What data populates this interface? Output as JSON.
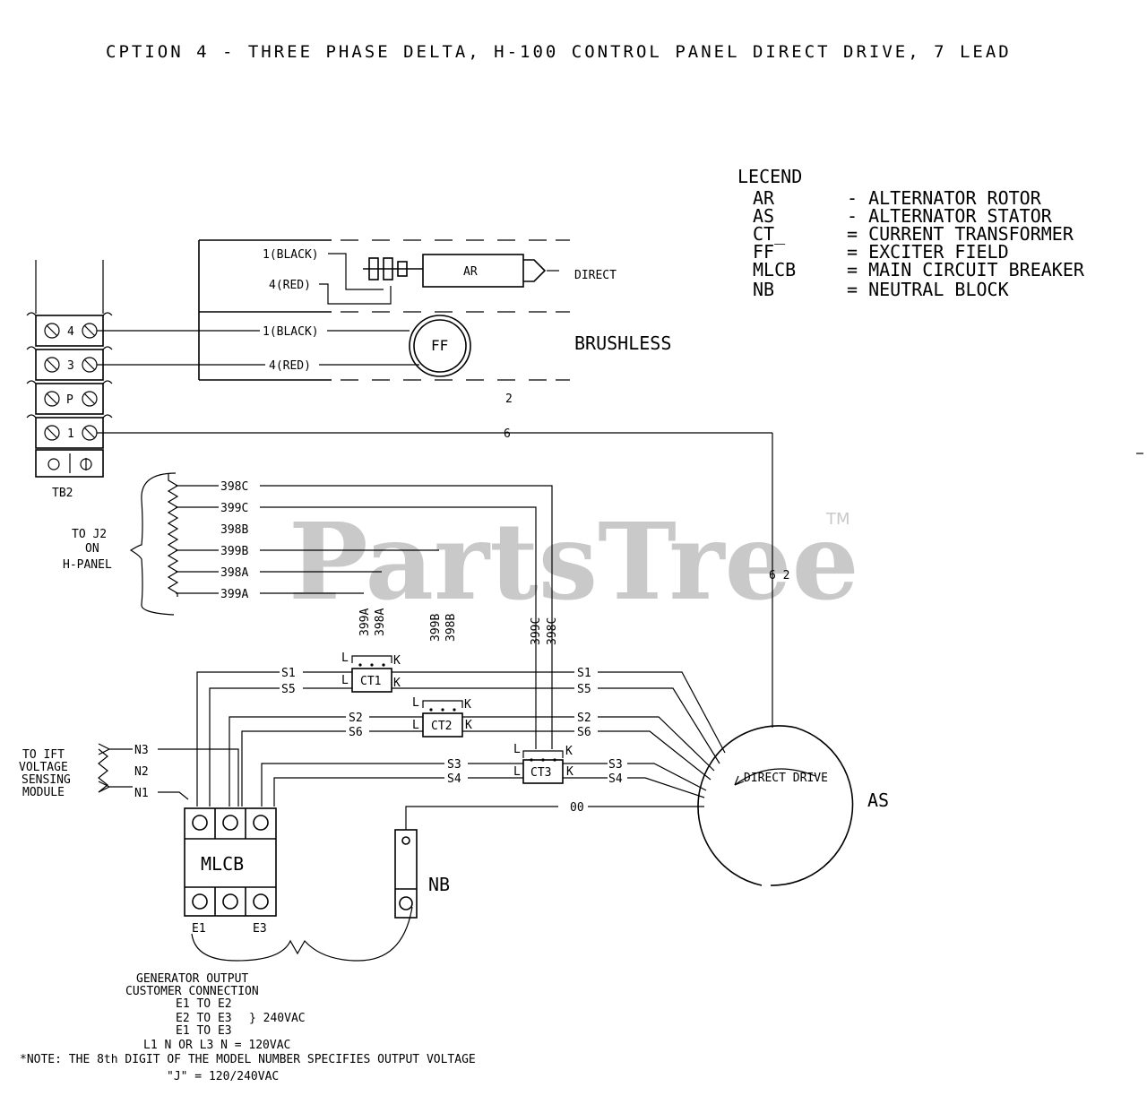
{
  "title": "CPTION 4 - THREE PHASE DELTA, H-100 CONTROL PANEL DIRECT DRIVE, 7 LEAD",
  "legend": {
    "heading": "LECEND",
    "items": [
      {
        "code": "AR",
        "desc": "- ALTERNATOR ROTOR"
      },
      {
        "code": "AS",
        "desc": "- ALTERNATOR STATOR"
      },
      {
        "code": "CT_",
        "desc": "= CURRENT TRANSFORMER"
      },
      {
        "code": "FF",
        "desc": "= EXCITER FIELD"
      },
      {
        "code": "MLCB",
        "desc": "= MAIN CIRCUIT BREAKER"
      },
      {
        "code": "NB",
        "desc": "= NEUTRAL BLOCK"
      }
    ]
  },
  "terminal_block": {
    "label": "TB2",
    "terminals": [
      "4",
      "3",
      "P",
      "1"
    ]
  },
  "rotor": {
    "black_label": "1(BLACK)",
    "red_label": "4(RED)",
    "label": "AR",
    "type_label": "DIRECT"
  },
  "exciter": {
    "black_label": "1(BLACK)",
    "red_label": "4(RED)",
    "label": "FF",
    "type_label": "BRUSHLESS",
    "wire_note": "2"
  },
  "wire_6": "6",
  "wire_62": "6 2",
  "j2_wires": [
    "398C",
    "399C",
    "398B",
    "399B",
    "398A",
    "399A"
  ],
  "j2_target": [
    "TO J2",
    "ON",
    "H-PANEL"
  ],
  "vertical_labels": [
    "399A",
    "398A",
    "399B",
    "398B",
    "399C",
    "398C"
  ],
  "ct1": {
    "label": "CT1",
    "l_top": "L",
    "k_top": "K",
    "l": "L",
    "k": "K"
  },
  "ct2": {
    "label": "CT2",
    "l_top": "L",
    "k_top": "K",
    "l": "L",
    "k": "K"
  },
  "ct3": {
    "label": "CT3",
    "l_top": "L",
    "k_top": "K",
    "l": "L",
    "k": "K"
  },
  "leads": [
    "S1",
    "S5",
    "S2",
    "S6",
    "S3",
    "S4"
  ],
  "neutral_wires": [
    "N3",
    "N2",
    "N1"
  ],
  "sensing_target": [
    "TO IFT",
    "VOLTAGE",
    "SENSING",
    "MODULE"
  ],
  "breaker": {
    "label": "MLCB",
    "e1": "E1",
    "e3": "E3"
  },
  "neutral_block": {
    "label": "NB"
  },
  "lead_00": "00",
  "stator": {
    "label": "AS",
    "drive": "DIRECT DRIVE"
  },
  "notes": [
    "GENERATOR OUTPUT",
    "CUSTOMER CONNECTION",
    "E1 TO E2",
    "E2 TO E3",
    "} 240VAC",
    "E1 TO E3",
    "L1 N OR L3 N = 120VAC",
    "*NOTE: THE 8th DIGIT OF THE MODEL NUMBER SPECIFIES OUTPUT VOLTAGE",
    "\"J\" = 120/240VAC"
  ],
  "watermark": {
    "text": "PartsTree",
    "tm": "TM"
  }
}
